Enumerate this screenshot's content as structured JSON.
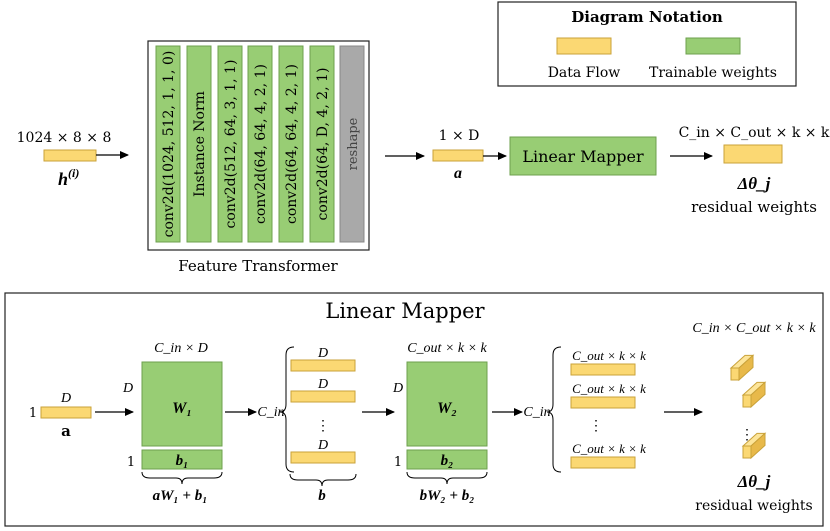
{
  "notation": {
    "title": "Diagram Notation",
    "data_flow": "Data Flow",
    "trainable": "Trainable weights",
    "colors": {
      "data_flow": "#fbd873",
      "data_flow_border": "#c9a23a",
      "trainable": "#98cd74",
      "trainable_border": "#6ea04e",
      "reshape": "#a9a9a9"
    }
  },
  "input": {
    "shape": "1024 × 8 × 8",
    "symbol": "h",
    "superscript": "(i)"
  },
  "feature_transformer": {
    "label": "Feature Transformer",
    "layers": [
      "conv2d(1024, 512, 1, 1, 0)",
      "Instance Norm",
      "conv2d(512, 64, 3, 1, 1)",
      "conv2d(64, 64, 4, 2, 1)",
      "conv2d(64, 64, 4, 2, 1)",
      "conv2d(64, D, 4, 2, 1)",
      "reshape"
    ]
  },
  "mapper_input": {
    "shape": "1 × D",
    "symbol": "a"
  },
  "linear_mapper_label": "Linear Mapper",
  "output": {
    "shape": "C_in × C_out × k × k",
    "symbol": "Δθ_j",
    "caption": "residual weights"
  },
  "detail": {
    "title": "Linear Mapper",
    "input": {
      "top": "D",
      "left": "1",
      "symbol": "a"
    },
    "w1": {
      "top": "C_in × D",
      "left": "D",
      "symbol": "W₁",
      "bias": "b₁",
      "bias_left": "1",
      "brace": "aW₁ + b₁"
    },
    "cin_label": "C_in",
    "b_stack": {
      "items": [
        "D",
        "D",
        "D"
      ],
      "brace": "b"
    },
    "w2": {
      "top": "C_out × k × k",
      "left": "D",
      "symbol": "W₂",
      "bias": "b₂",
      "bias_left": "1",
      "brace": "bW₂ + b₂"
    },
    "cin_label2": "C_in",
    "c_stack": {
      "items": [
        "C_out × k × k",
        "C_out × k × k",
        "C_out × k × k"
      ]
    },
    "output": {
      "shape": "C_in × C_out × k × k",
      "symbol": "Δθ_j",
      "caption": "residual weights"
    }
  }
}
